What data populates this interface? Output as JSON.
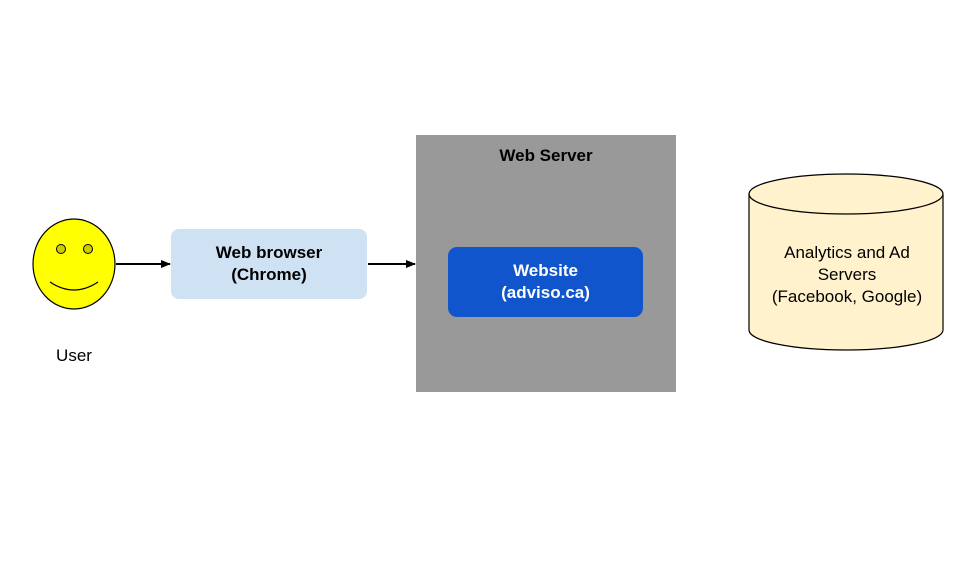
{
  "user": {
    "label": "User"
  },
  "browser": {
    "line1": "Web browser",
    "line2": "(Chrome)"
  },
  "server": {
    "title": "Web Server",
    "website_line1": "Website",
    "website_line2": "(adviso.ca)"
  },
  "analytics": {
    "line1": "Analytics and Ad",
    "line2": "Servers",
    "line3": "(Facebook, Google)"
  },
  "colors": {
    "face_fill": "#ffff00",
    "browser_fill": "#cfe2f3",
    "server_fill": "#999999",
    "website_fill": "#1155cc",
    "database_fill": "#fff2cc"
  }
}
